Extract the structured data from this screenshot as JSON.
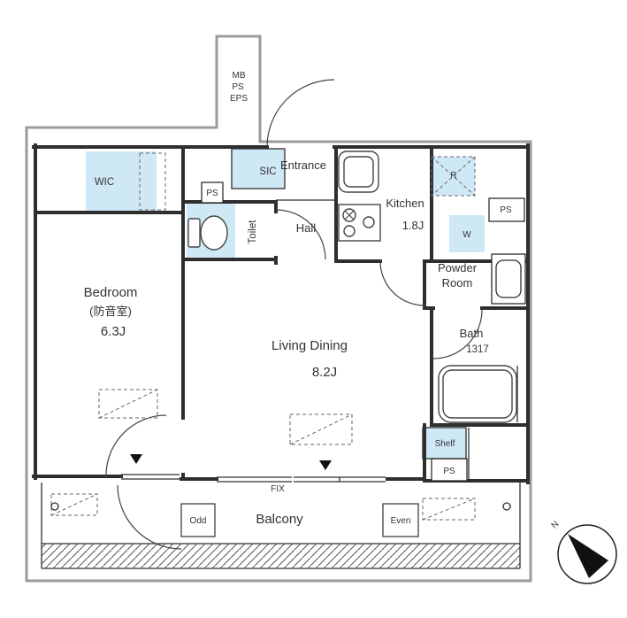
{
  "floorplan": {
    "colors": {
      "accent_fill": "#cfe8f6",
      "wall": "#2e2e2e",
      "boundary": "#9b9b9b"
    },
    "shaft_labels": {
      "mb": "MB",
      "ps": "PS",
      "eps": "EPS"
    },
    "rooms": {
      "wic": "WIC",
      "sic": "SIC",
      "entrance": "Entrance",
      "toilet": "Toilet",
      "hall": "Hall",
      "kitchen": "Kitchen",
      "kitchen_size": "1.8J",
      "fridge": "R",
      "washer": "W",
      "powder_line1": "Powder",
      "powder_line2": "Room",
      "bath": "Bath",
      "bath_size": "1317",
      "bedroom": "Bedroom",
      "bedroom_note": "(防音室)",
      "bedroom_size": "6.3J",
      "living": "Living Dining",
      "living_size": "8.2J",
      "shelf": "Shelf",
      "balcony": "Balcony"
    },
    "annotations": {
      "ps_toilet": "PS",
      "ps_right": "PS",
      "ps_bottom": "PS",
      "fix": "FIX",
      "odd": "Odd",
      "even": "Even",
      "north": "N"
    }
  }
}
